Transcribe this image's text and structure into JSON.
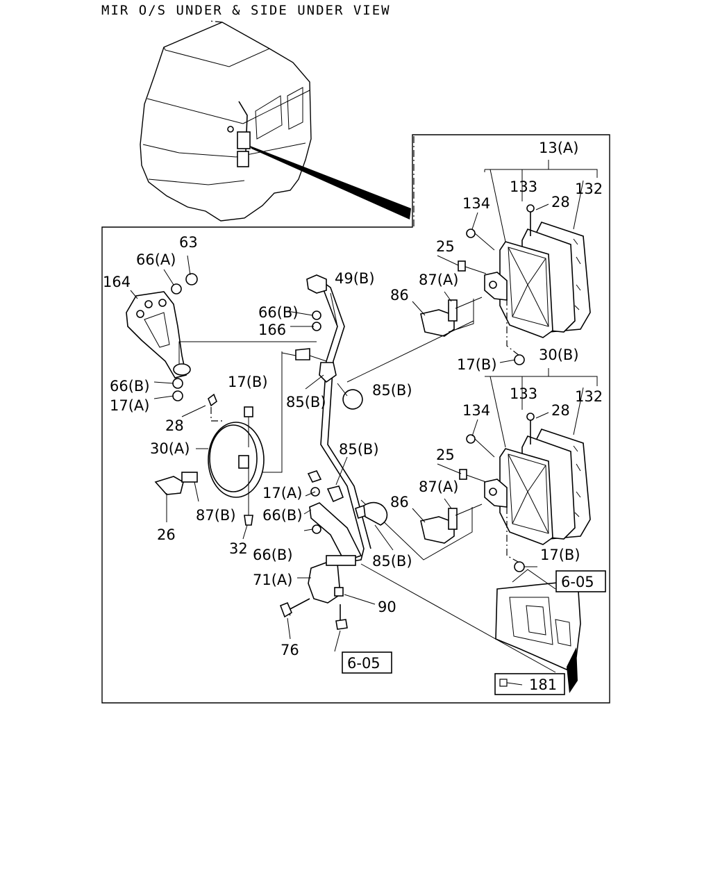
{
  "title": "MIR O/S UNDER & SIDE UNDER VIEW",
  "labels": {
    "l13A": "13(A)",
    "l133a": "133",
    "l132a": "132",
    "l134a": "134",
    "l28a": "28",
    "l25a": "25",
    "l87Aa": "87(A)",
    "l86a": "86",
    "l17Ba": "17(B)",
    "l30B": "30(B)",
    "l134b": "134",
    "l133b": "133",
    "l28b": "28",
    "l132b": "132",
    "l25b": "25",
    "l87Ab": "87(A)",
    "l86b": "86",
    "l17Bb": "17(B)",
    "l63": "63",
    "l66A": "66(A)",
    "l164": "164",
    "l49B": "49(B)",
    "l66Ba": "66(B)",
    "l166": "166",
    "l66Bb": "66(B)",
    "l17Aa": "17(A)",
    "l17Bc": "17(B)",
    "l28c": "28",
    "l30A": "30(A)",
    "l85Ba": "85(B)",
    "l85Bb": "85(B)",
    "l85Bc": "85(B)",
    "l17Ab": "17(A)",
    "l66Bc": "66(B)",
    "l87B": "87(B)",
    "l26": "26",
    "l32": "32",
    "l66Bd": "66(B)",
    "l85Bd": "85(B)",
    "l71A": "71(A)",
    "l90": "90",
    "l76": "76",
    "ref605a": "6-05",
    "ref605b": "6-05",
    "ref181": "181"
  }
}
